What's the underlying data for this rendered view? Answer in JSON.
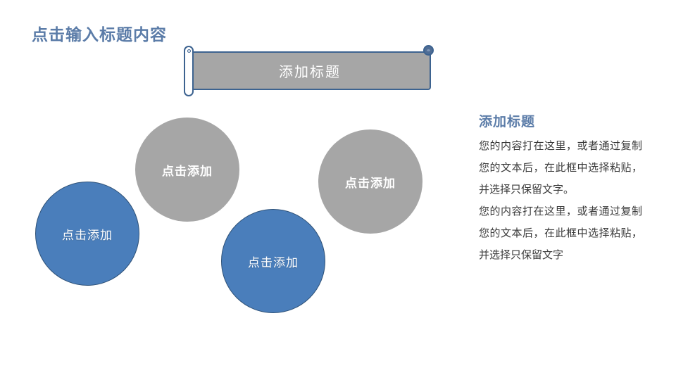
{
  "slide": {
    "title": "点击输入标题内容"
  },
  "banner": {
    "label": "添加标题",
    "fill_color": "#a6a6a6",
    "border_color": "#3d6390",
    "text_color": "#ffffff"
  },
  "circles": [
    {
      "label": "点击添加",
      "color": "blue",
      "fill": "#4a7ebb"
    },
    {
      "label": "点击添加",
      "color": "gray",
      "fill": "#a6a6a6"
    },
    {
      "label": "点击添加",
      "color": "blue",
      "fill": "#4a7ebb"
    },
    {
      "label": "点击添加",
      "color": "gray",
      "fill": "#a6a6a6"
    }
  ],
  "text_panel": {
    "heading": "添加标题",
    "heading_color": "#5b7ca8",
    "paragraphs": [
      "您的内容打在这里，或者通过复制您的文本后，在此框中选择粘贴，并选择只保留文字。",
      "您的内容打在这里，或者通过复制您的文本后，在此框中选择粘贴，并选择只保留文字"
    ]
  },
  "theme": {
    "accent_blue": "#4a7ebb",
    "title_blue": "#5b7ca8",
    "gray": "#a6a6a6",
    "background": "#ffffff"
  }
}
